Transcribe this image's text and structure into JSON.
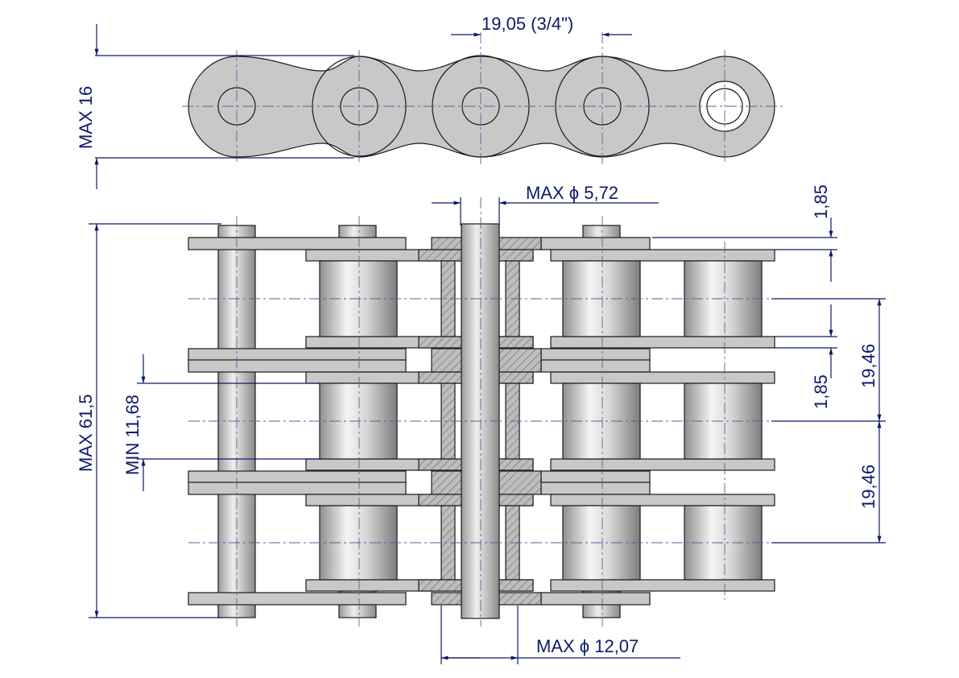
{
  "title": "",
  "dimensions": {
    "pitch": "19,05  (3/4\")",
    "max_height": "MAX 16",
    "pin_diameter": "MAX ϕ  5,72",
    "plate_thickness_top": "1,85",
    "plate_thickness_mid": "1,85",
    "transverse_pitch_1": "19,46",
    "transverse_pitch_2": "19,46",
    "overall_width": "MAX  61,5",
    "inner_width": "MIN  11,68",
    "roller_diameter": "MAX ϕ  12,07"
  },
  "colors": {
    "dimension": "#0d1a6b",
    "plate_fill": "#c8c8c8",
    "outline": "#1a1a1a"
  }
}
